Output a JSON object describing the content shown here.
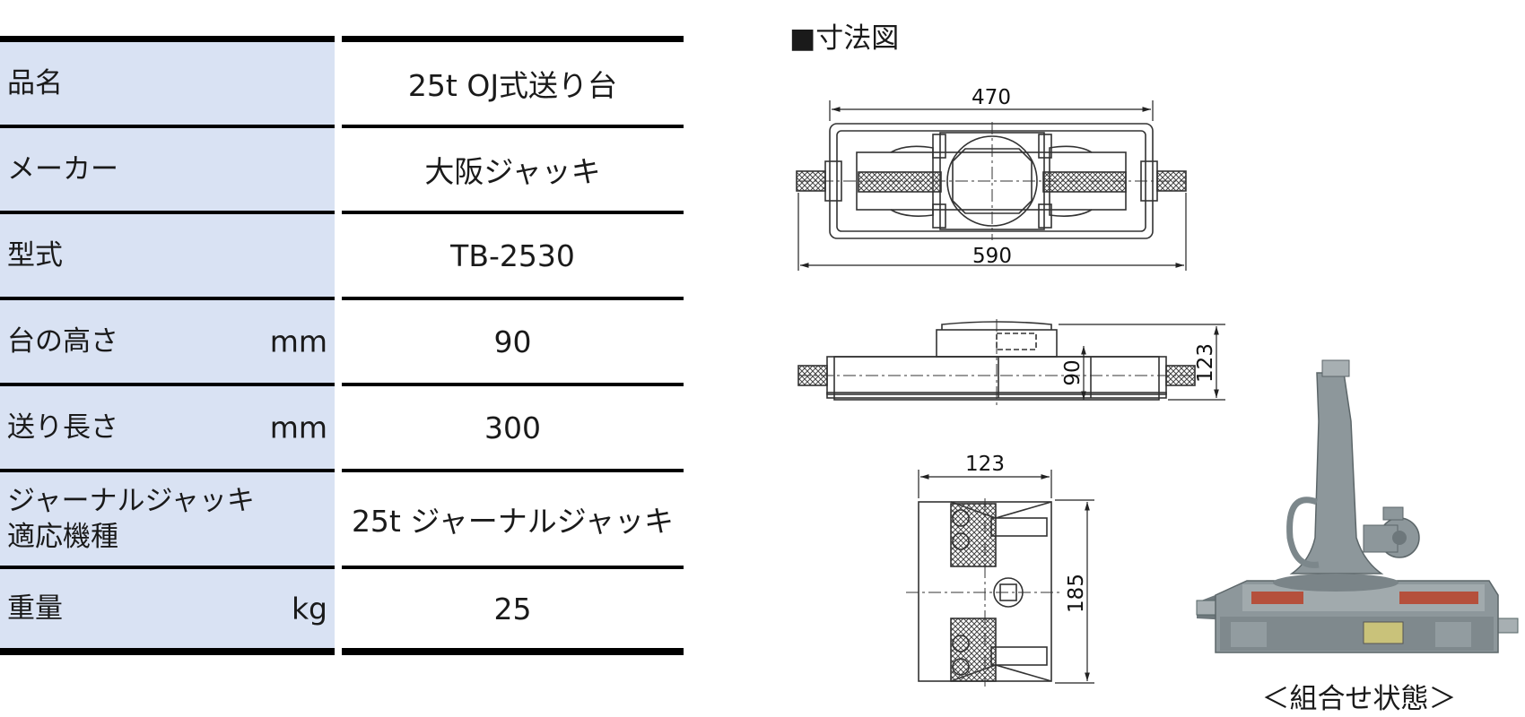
{
  "spec_table": {
    "rows": [
      {
        "label": "品名",
        "unit": "",
        "value": "25t OJ式送り台"
      },
      {
        "label": "メーカー",
        "unit": "",
        "value": "大阪ジャッキ"
      },
      {
        "label": "型式",
        "unit": "",
        "value": "TB-2530"
      },
      {
        "label": "台の高さ",
        "unit": "mm",
        "value": "90"
      },
      {
        "label": "送り長さ",
        "unit": "mm",
        "value": "300"
      },
      {
        "label": "ジャーナルジャッキ\n適応機種",
        "unit": "",
        "value": "25t ジャーナルジャッキ"
      },
      {
        "label": "重量",
        "unit": "kg",
        "value": "25"
      }
    ]
  },
  "drawing": {
    "title": "■寸法図",
    "top_view": {
      "inner_width": "470",
      "overall_width": "590"
    },
    "side_view": {
      "base_height": "90",
      "overall_height": "123"
    },
    "end_view": {
      "width": "123",
      "height": "185"
    }
  },
  "photo": {
    "caption": "＜組合せ状態＞"
  },
  "colors": {
    "label_bg": "#d9e2f3",
    "rule": "#000000",
    "jack_body": "#8d979b",
    "rack": "#b5503c"
  }
}
